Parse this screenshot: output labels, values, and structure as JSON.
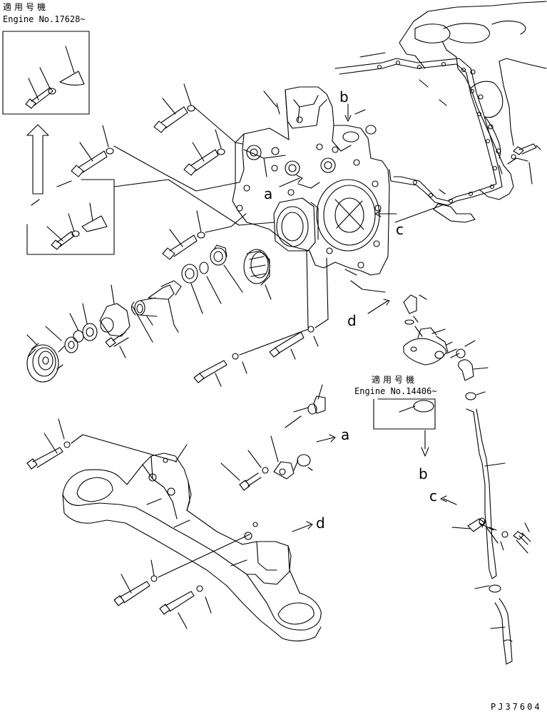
{
  "applicability": {
    "top": {
      "label": "適用号機",
      "engine": "Engine No.17628~"
    },
    "mid": {
      "label": "適用号機",
      "engine": "Engine No.14406~"
    }
  },
  "refs": {
    "a1": "a",
    "a2": "a",
    "b1": "b",
    "b2": "b",
    "c1": "c",
    "c2": "c",
    "d1": "d",
    "d2": "d"
  },
  "drawing_code": "PJ37604",
  "colors": {
    "ink": "#000000",
    "paper": "#ffffff"
  }
}
